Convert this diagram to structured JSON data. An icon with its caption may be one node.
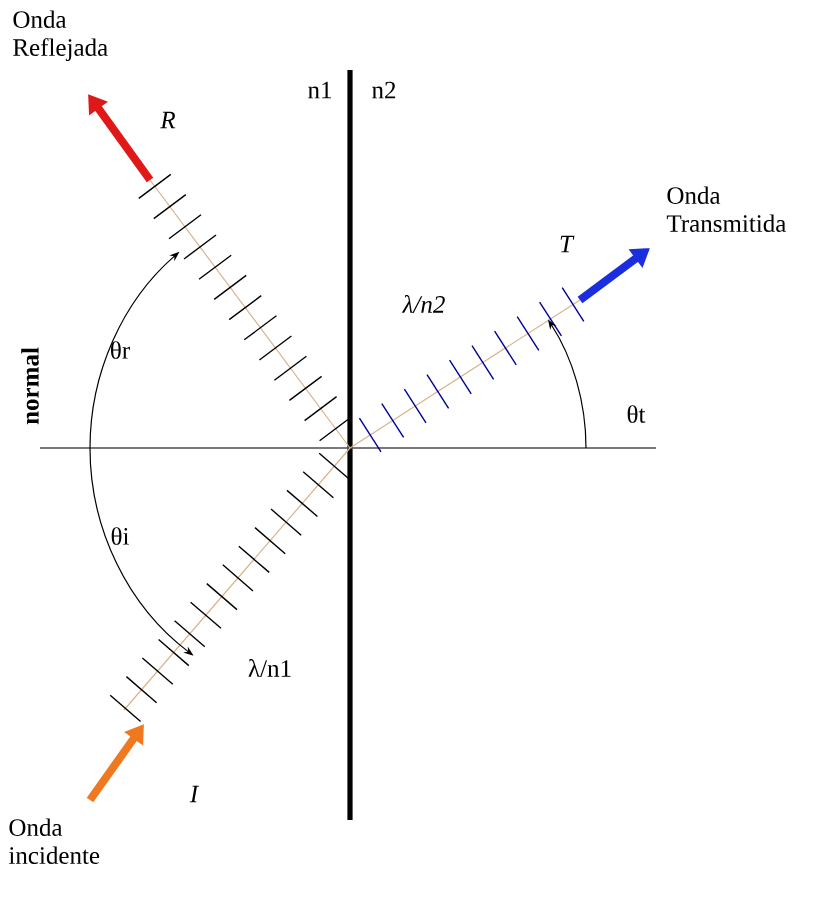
{
  "diagram": {
    "labels": [
      "Onda Reflejada",
      "n1",
      "n2",
      "R",
      "T",
      "Onda Transmitida",
      "λ/n2",
      "θr",
      "θt",
      "normal",
      "θi",
      "λ/n1",
      "I",
      "Onda incidente"
    ]
  }
}
